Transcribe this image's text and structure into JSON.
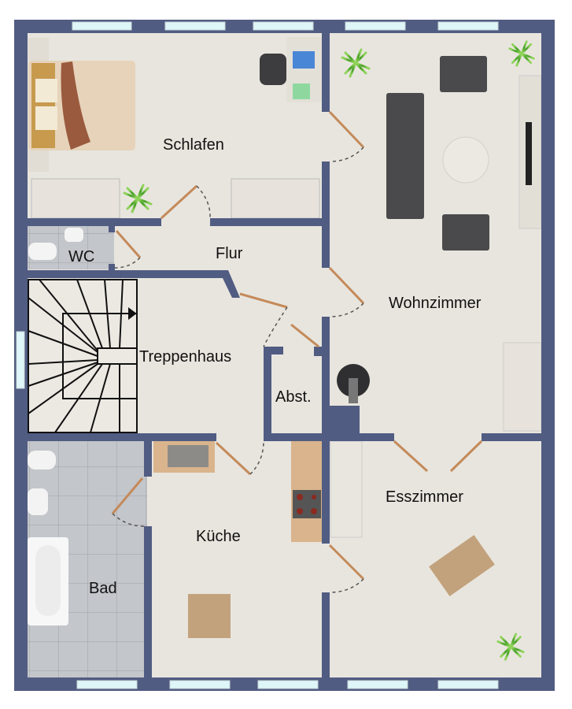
{
  "plan": {
    "type": "floor-plan",
    "rooms": [
      {
        "id": "schlafen",
        "label": "Schlafen"
      },
      {
        "id": "wc",
        "label": "WC"
      },
      {
        "id": "flur",
        "label": "Flur"
      },
      {
        "id": "wohnzimmer",
        "label": "Wohnzimmer"
      },
      {
        "id": "treppenhaus",
        "label": "Treppenhaus"
      },
      {
        "id": "abst",
        "label": "Abst."
      },
      {
        "id": "kueche",
        "label": "Küche"
      },
      {
        "id": "esszimmer",
        "label": "Esszimmer"
      },
      {
        "id": "bad",
        "label": "Bad"
      }
    ],
    "colors": {
      "wall": "#515c82",
      "floor": "#e8e5de",
      "tile": "#bfc2c6",
      "window": "#def6f8",
      "door": "#c48a5a",
      "sofa": "#4a4a4c",
      "plant": "#6cbf3a",
      "counter": "#d9b48c",
      "wood_table": "#c2a27c"
    }
  }
}
